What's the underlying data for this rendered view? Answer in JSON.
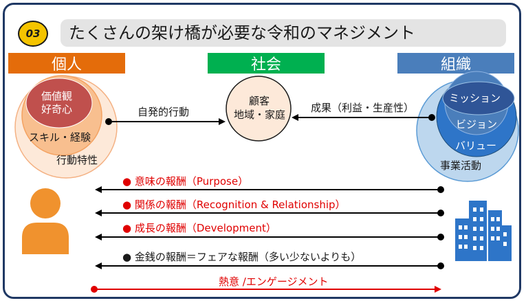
{
  "header": {
    "badge": "03",
    "title": "たくさんの架け橋が必要な令和のマネジメント"
  },
  "categories": {
    "individual": "個人",
    "society": "社会",
    "organization": "組織"
  },
  "individual_circles": {
    "inner": "価値観\n好奇心",
    "middle": "スキル・経験",
    "outer": "行動特性"
  },
  "society_circle": {
    "line1": "顧客",
    "line2": "地域・家庭"
  },
  "organization_circles": {
    "mission": "ミッション",
    "vision": "ビジョン",
    "value": "バリュー",
    "outer": "事業活動"
  },
  "flows": {
    "individual_to_society": "自発的行動",
    "organization_to_society": "成果（利益・生産性）"
  },
  "rewards": [
    {
      "bullet": "●",
      "text": "意味の報酬（Purpose）",
      "color": "#e00000"
    },
    {
      "bullet": "●",
      "text": "関係の報酬（Recognition & Relationship）",
      "color": "#e00000"
    },
    {
      "bullet": "●",
      "text": "成長の報酬（Development）",
      "color": "#e00000"
    },
    {
      "bullet": "●",
      "text": "金銭の報酬＝フェアな報酬（多い少ないよりも）",
      "color": "#1a1a1a"
    }
  ],
  "engagement": "熱意 /エンゲージメント",
  "icons": {
    "person": "person-icon",
    "building": "building-icon"
  },
  "colors": {
    "frame": "#1f3864",
    "badge": "#f5c400",
    "individual": "#e46c0a",
    "society": "#00b050",
    "organization": "#4a7ebb",
    "red": "#e00000",
    "person": "#f0922e",
    "building": "#2e75c8"
  }
}
